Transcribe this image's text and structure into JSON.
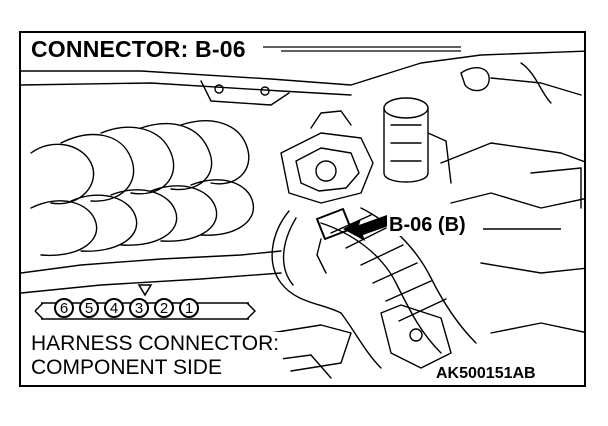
{
  "figure": {
    "title": "CONNECTOR: B-06",
    "callout_label": "B-06 (B)",
    "caption_lines": [
      "HARNESS CONNECTOR:",
      "COMPONENT SIDE"
    ],
    "figure_code": "AK500151AB"
  },
  "connector": {
    "pins": [
      "6",
      "5",
      "4",
      "3",
      "2",
      "1"
    ]
  }
}
